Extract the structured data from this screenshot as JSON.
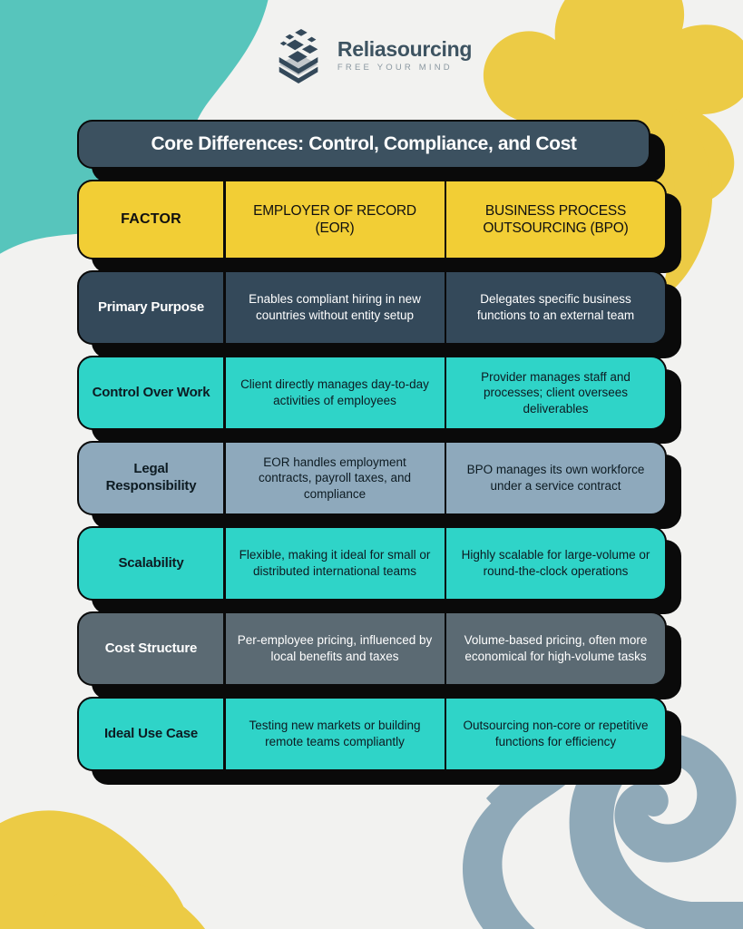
{
  "brand": {
    "name": "Reliasourcing",
    "tagline": "FREE YOUR MIND",
    "logo_icon": "stacked-diamond-layers-icon",
    "colors": {
      "dark_slate": "#3c5160",
      "yellow": "#f2ce35",
      "teal": "#2fd4c8",
      "blue_gray": "#8ea9bc",
      "gray": "#5b6a73",
      "shadow": "#0a0a0a",
      "background": "#f2f2f0"
    }
  },
  "title": "Core Differences: Control, Compliance, and Cost",
  "table": {
    "headers": [
      "FACTOR",
      "EMPLOYER OF RECORD (EOR)",
      "BUSINESS PROCESS OUTSOURCING (BPO)"
    ],
    "rows": [
      {
        "factor": "Primary Purpose",
        "eor": "Enables compliant hiring in new countries without entity setup",
        "bpo": "Delegates specific business functions to an external team",
        "theme": "slate"
      },
      {
        "factor": "Control Over Work",
        "eor": "Client directly manages day-to-day activities of employees",
        "bpo": "Provider manages staff and processes; client oversees deliverables",
        "theme": "teal"
      },
      {
        "factor": "Legal Responsibility",
        "eor": "EOR handles employment contracts, payroll taxes, and compliance",
        "bpo": "BPO manages its own workforce under a service contract",
        "theme": "bluegray"
      },
      {
        "factor": "Scalability",
        "eor": "Flexible, making it ideal for small or distributed international teams",
        "bpo": "Highly scalable for large-volume or round-the-clock operations",
        "theme": "teal"
      },
      {
        "factor": "Cost Structure",
        "eor": "Per-employee pricing, influenced by local benefits and taxes",
        "bpo": "Volume-based pricing, often more economical for high-volume tasks",
        "theme": "gray"
      },
      {
        "factor": "Ideal Use Case",
        "eor": "Testing new markets or building remote teams compliantly",
        "bpo": "Outsourcing non-core or repetitive functions for efficiency",
        "theme": "teal"
      }
    ]
  },
  "decor": {
    "top_left_blob": "teal-blob",
    "top_right_blob": "yellow-flower-splat",
    "bottom_left_blob": "yellow-blob",
    "bottom_right_squiggle": "blue-gray-wave-ribbon"
  }
}
